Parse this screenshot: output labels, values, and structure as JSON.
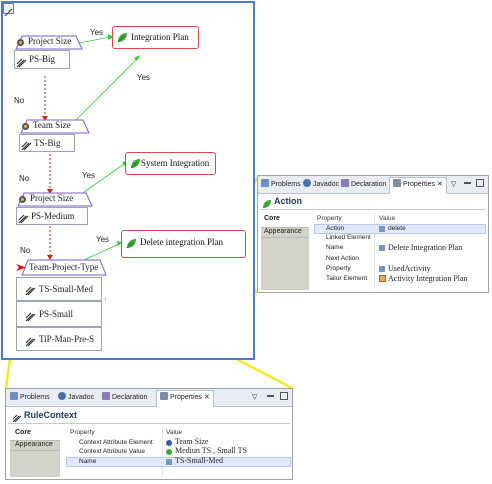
{
  "diagram": {
    "decisions": [
      {
        "name": "Project Size",
        "branches": [
          "PS-Big"
        ]
      },
      {
        "name": "Team Size",
        "branches": [
          "TS-Big"
        ]
      },
      {
        "name": "Project Size",
        "branches": [
          "PS-Medium"
        ]
      },
      {
        "name": "Team-Project-Type",
        "branches": [
          "TS-Small-Med",
          "PS-Small",
          "TiP-Man-Pre-S"
        ]
      }
    ],
    "actions": [
      "Integration Plan",
      "System Integration",
      "Delete integration Plan"
    ],
    "edge_labels": {
      "yes1": "Yes",
      "yes2": "Yes",
      "yes3": "Yes",
      "yes4": "Yes",
      "no1": "No",
      "no2": "No",
      "no3": "No"
    }
  },
  "action_panel": {
    "tabs": [
      "Problems",
      "Javadoc",
      "Declaration",
      "Properties"
    ],
    "title": "Action",
    "side_tabs": [
      "Core",
      "Appearance"
    ],
    "columns": [
      "Property",
      "Value"
    ],
    "rows": [
      {
        "property": "Action",
        "value": "delete"
      },
      {
        "property": "Linked Element",
        "value": ""
      },
      {
        "property": "Name",
        "value": "Delete Integration Plan"
      },
      {
        "property": "Next Action",
        "value": ""
      },
      {
        "property": "Property",
        "value": "UsedActivity"
      },
      {
        "property": "Tailor Element",
        "value": "Activity Integration Plan"
      }
    ]
  },
  "rule_panel": {
    "tabs": [
      "Problems",
      "Javadoc",
      "Declaration",
      "Properties"
    ],
    "title": "RuleContext",
    "side_tabs": [
      "Core",
      "Appearance"
    ],
    "columns": [
      "Property",
      "Value"
    ],
    "rows": [
      {
        "property": "Context Attribute Element",
        "value": "Team Size"
      },
      {
        "property": "Context Attribute Value",
        "value": "Mediun TS , Small TS"
      },
      {
        "property": "Name",
        "value": "TS-Small-Med"
      }
    ]
  },
  "colors": {
    "editor_border": "#4a7ccc",
    "action_border": "#d64a4a",
    "no_edge": "#cc2222",
    "yes_edge": "#33cc33",
    "callout": "#f2ec1e",
    "decision_outline": "#7c5cc4"
  },
  "icons": {
    "decision": "gear-icon",
    "action": "leaf-icon",
    "branch": "pencil-icon",
    "current_decision": "red-arrow-icon"
  }
}
